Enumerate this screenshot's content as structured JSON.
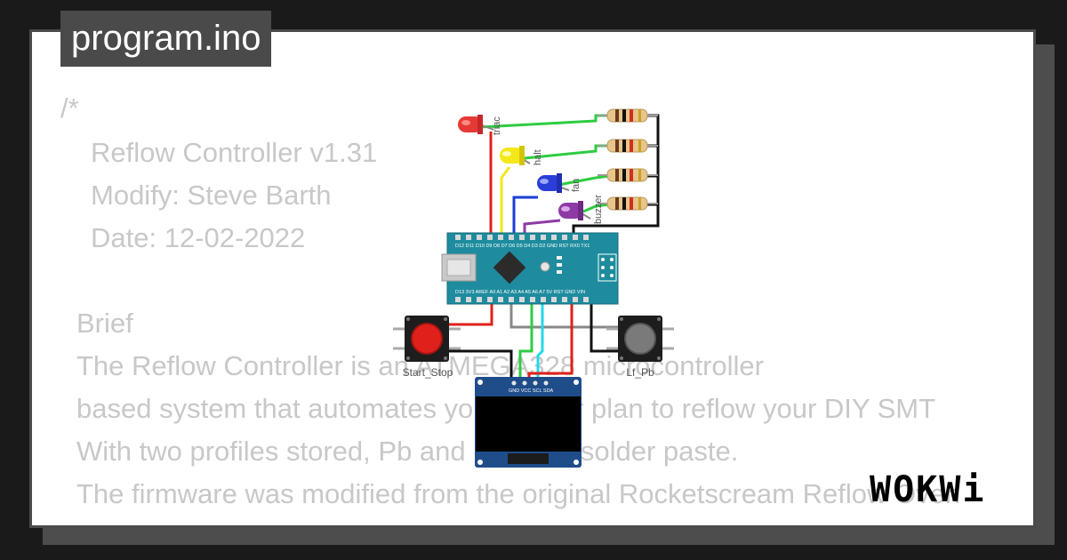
{
  "tab": {
    "filename": "program.ino"
  },
  "code": {
    "lines": [
      "/*",
      "Reflow Controller v1.31",
      "Modify: Steve Barth",
      "Date: 12-02-2022",
      "Brief",
      "The Reflow Controller is an ATMEGA328 microcontroller",
      "based system that automates your heater plan to reflow your DIY SMT",
      "With two profiles stored, Pb and Pb-Free solder paste.",
      "The firmware was modified from the original Rocketscream Reflow Oven"
    ]
  },
  "diagram": {
    "led_labels": [
      "triac",
      "halt",
      "fan",
      "buzzer"
    ],
    "led_colors": [
      "#e53935",
      "#f4e71a",
      "#2a3fd8",
      "#8e3aa5"
    ],
    "button_labels": [
      "Start_Stop",
      "Lf_Pb"
    ],
    "button_colors": [
      "#e0201a",
      "#7a7a7a"
    ],
    "board_pins_top": "D12 D11 D10 D9 D8 D7 D6 D5 D4 D3 D2 GND RST RX0 TX1",
    "board_pins_bottom": "D13 3V3 AREF A0 A1 A2 A3 A4 A5 A6 A7 5V RST GND VIN",
    "oled_pins": "GND VCC SCL SDA"
  },
  "logo": {
    "text": "WOKWi"
  }
}
